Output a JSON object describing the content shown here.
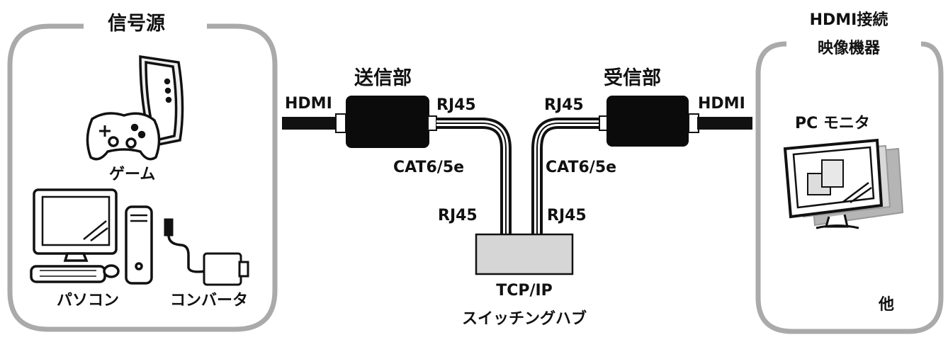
{
  "source_panel": {
    "title": "信号源",
    "items": {
      "game": "ゲーム",
      "pc": "パソコン",
      "converter": "コンバータ"
    }
  },
  "sender": {
    "title": "送信部",
    "input_label": "HDMI",
    "output_label": "RJ45",
    "cable_label": "CAT6/5e",
    "switch_port_label": "RJ45"
  },
  "receiver": {
    "title": "受信部",
    "input_label": "RJ45",
    "output_label": "HDMI",
    "cable_label": "CAT6/5e",
    "switch_port_label": "RJ45"
  },
  "switch_hub": {
    "line1": "TCP/IP",
    "line2": "スイッチングハブ"
  },
  "display_panel": {
    "title_line1": "HDMI接続",
    "title_line2": "映像機器",
    "monitor_label": "PC モニタ",
    "other_label": "他"
  },
  "colors": {
    "stroke": "#111111",
    "panel_border": "#aaaaaa",
    "switch_fill": "#d6d6d6",
    "device_fill": "#0b0b0b"
  }
}
